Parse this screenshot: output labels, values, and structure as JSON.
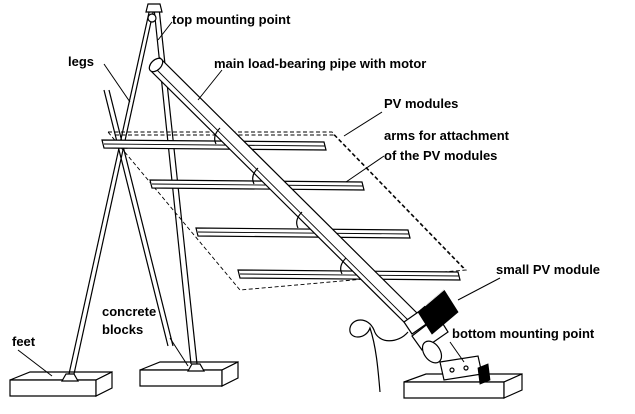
{
  "labels": {
    "top_mounting_point": "top mounting point",
    "legs": "legs",
    "main_pipe": "main load-bearing pipe with motor",
    "pv_modules": "PV modules",
    "arms_line1": "arms for attachment",
    "arms_line2": "of the PV modules",
    "small_pv_module": "small PV module",
    "concrete_line1": "concrete",
    "concrete_line2": "blocks",
    "feet": "feet",
    "bottom_mounting_point": "bottom mounting point"
  }
}
